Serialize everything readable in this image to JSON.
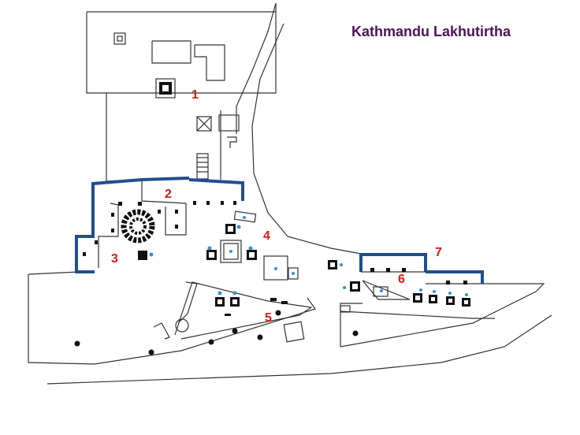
{
  "map": {
    "title": "Kathmandu Lakhutirtha",
    "labels": [
      "1",
      "2",
      "3",
      "4",
      "5",
      "6",
      "7"
    ],
    "colors": {
      "title": "#4b1456",
      "labels": "#d81818",
      "walls_highlight": "#1f4f8f",
      "outline": "#333333",
      "water_dot": "#3a8fd0"
    }
  }
}
